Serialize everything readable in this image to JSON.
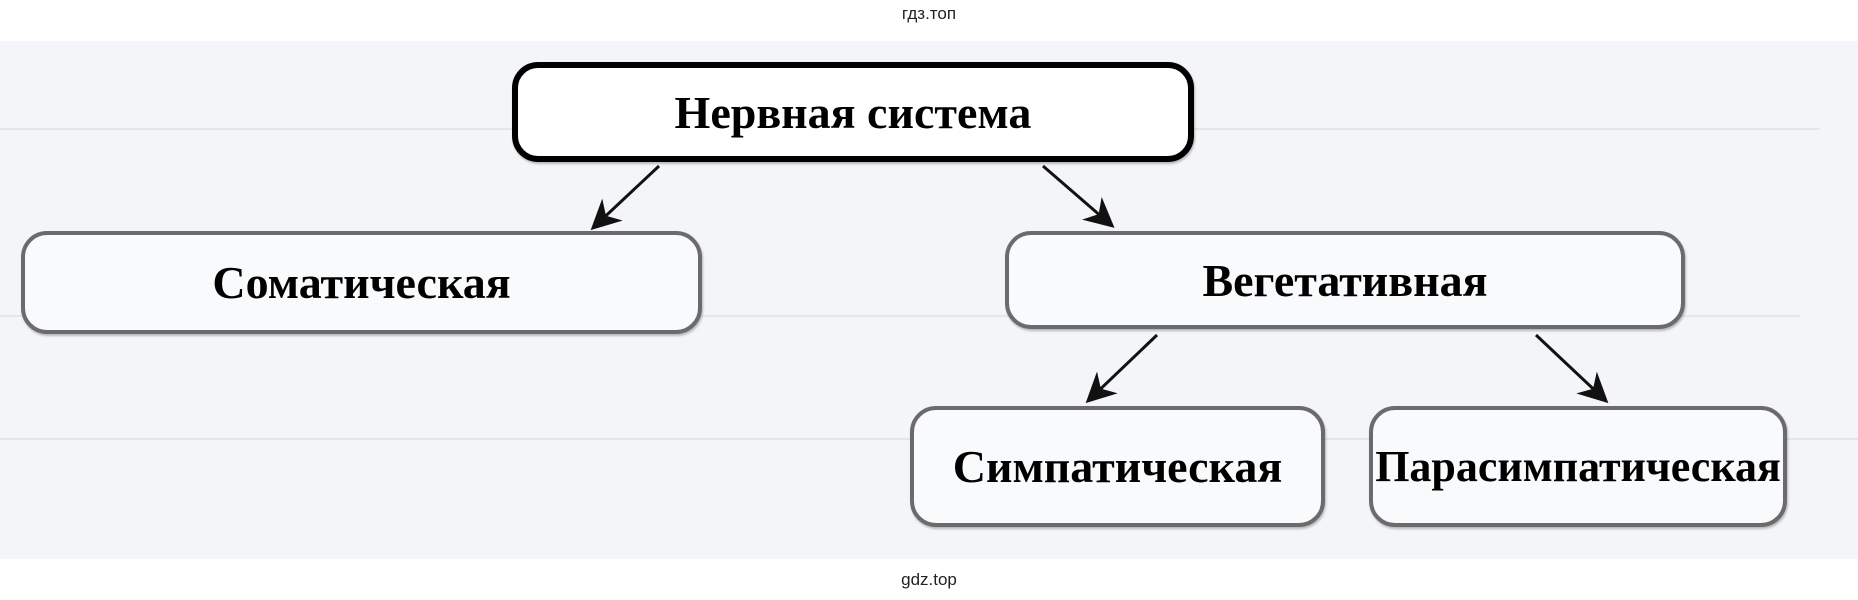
{
  "watermark_top": "гдз.топ",
  "watermark_bottom": "gdz.top",
  "diagram": {
    "root": "Нервная система",
    "children": [
      "Соматическая",
      "Вегетативная"
    ],
    "vegetative_children": [
      "Симпатическая",
      "Парасимпатическая"
    ]
  }
}
